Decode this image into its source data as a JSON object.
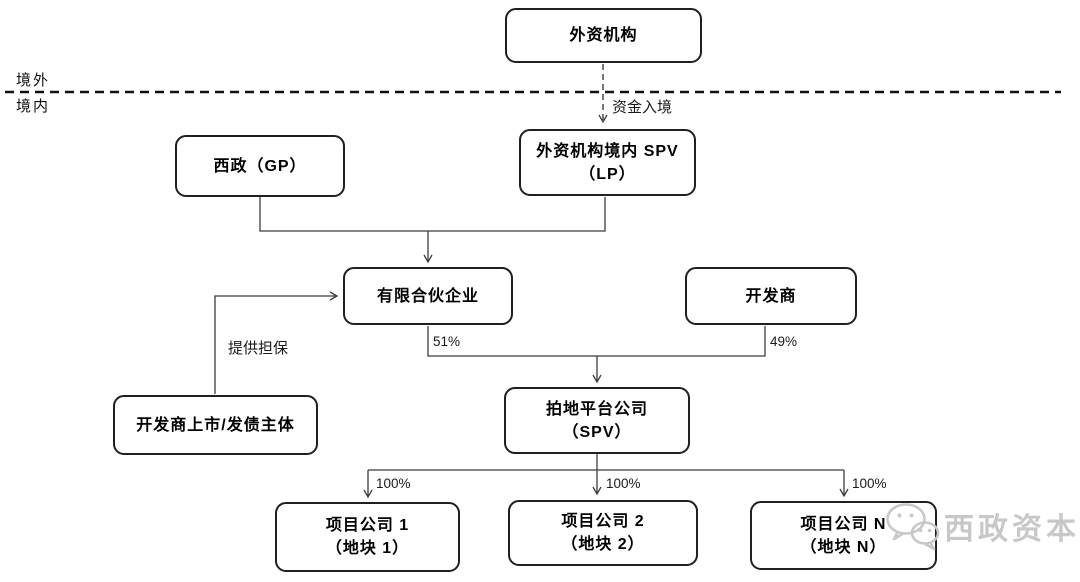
{
  "boundary": {
    "outside_label": "境外",
    "inside_label": "境内"
  },
  "nodes": {
    "foreign_institution": {
      "label": "外资机构"
    },
    "xizheng_gp": {
      "label": "西政（GP）"
    },
    "spv_lp": {
      "line1": "外资机构境内 SPV",
      "line2": "（LP）"
    },
    "limited_partnership": {
      "label": "有限合伙企业"
    },
    "developer": {
      "label": "开发商"
    },
    "developer_listed_entity": {
      "label": "开发商上市/发债主体"
    },
    "land_platform": {
      "line1": "拍地平台公司",
      "line2": "（SPV）"
    },
    "project_company_1": {
      "line1": "项目公司 1",
      "line2": "（地块 1）"
    },
    "project_company_2": {
      "line1": "项目公司 2",
      "line2": "（地块 2）"
    },
    "project_company_n": {
      "line1": "项目公司 N",
      "line2": "（地块 N）"
    }
  },
  "edges": {
    "capital_entry_label": "资金入境",
    "guarantee_label": "提供担保",
    "lp_share": "51%",
    "developer_share": "49%",
    "project_shares": [
      "100%",
      "100%",
      "100%"
    ]
  },
  "watermark": {
    "text": "西政资本"
  },
  "colors": {
    "box_border": "#1f1f1f",
    "line": "#3c3c3c",
    "dashed_line": "#111111",
    "watermark": "#c8c8c8"
  }
}
